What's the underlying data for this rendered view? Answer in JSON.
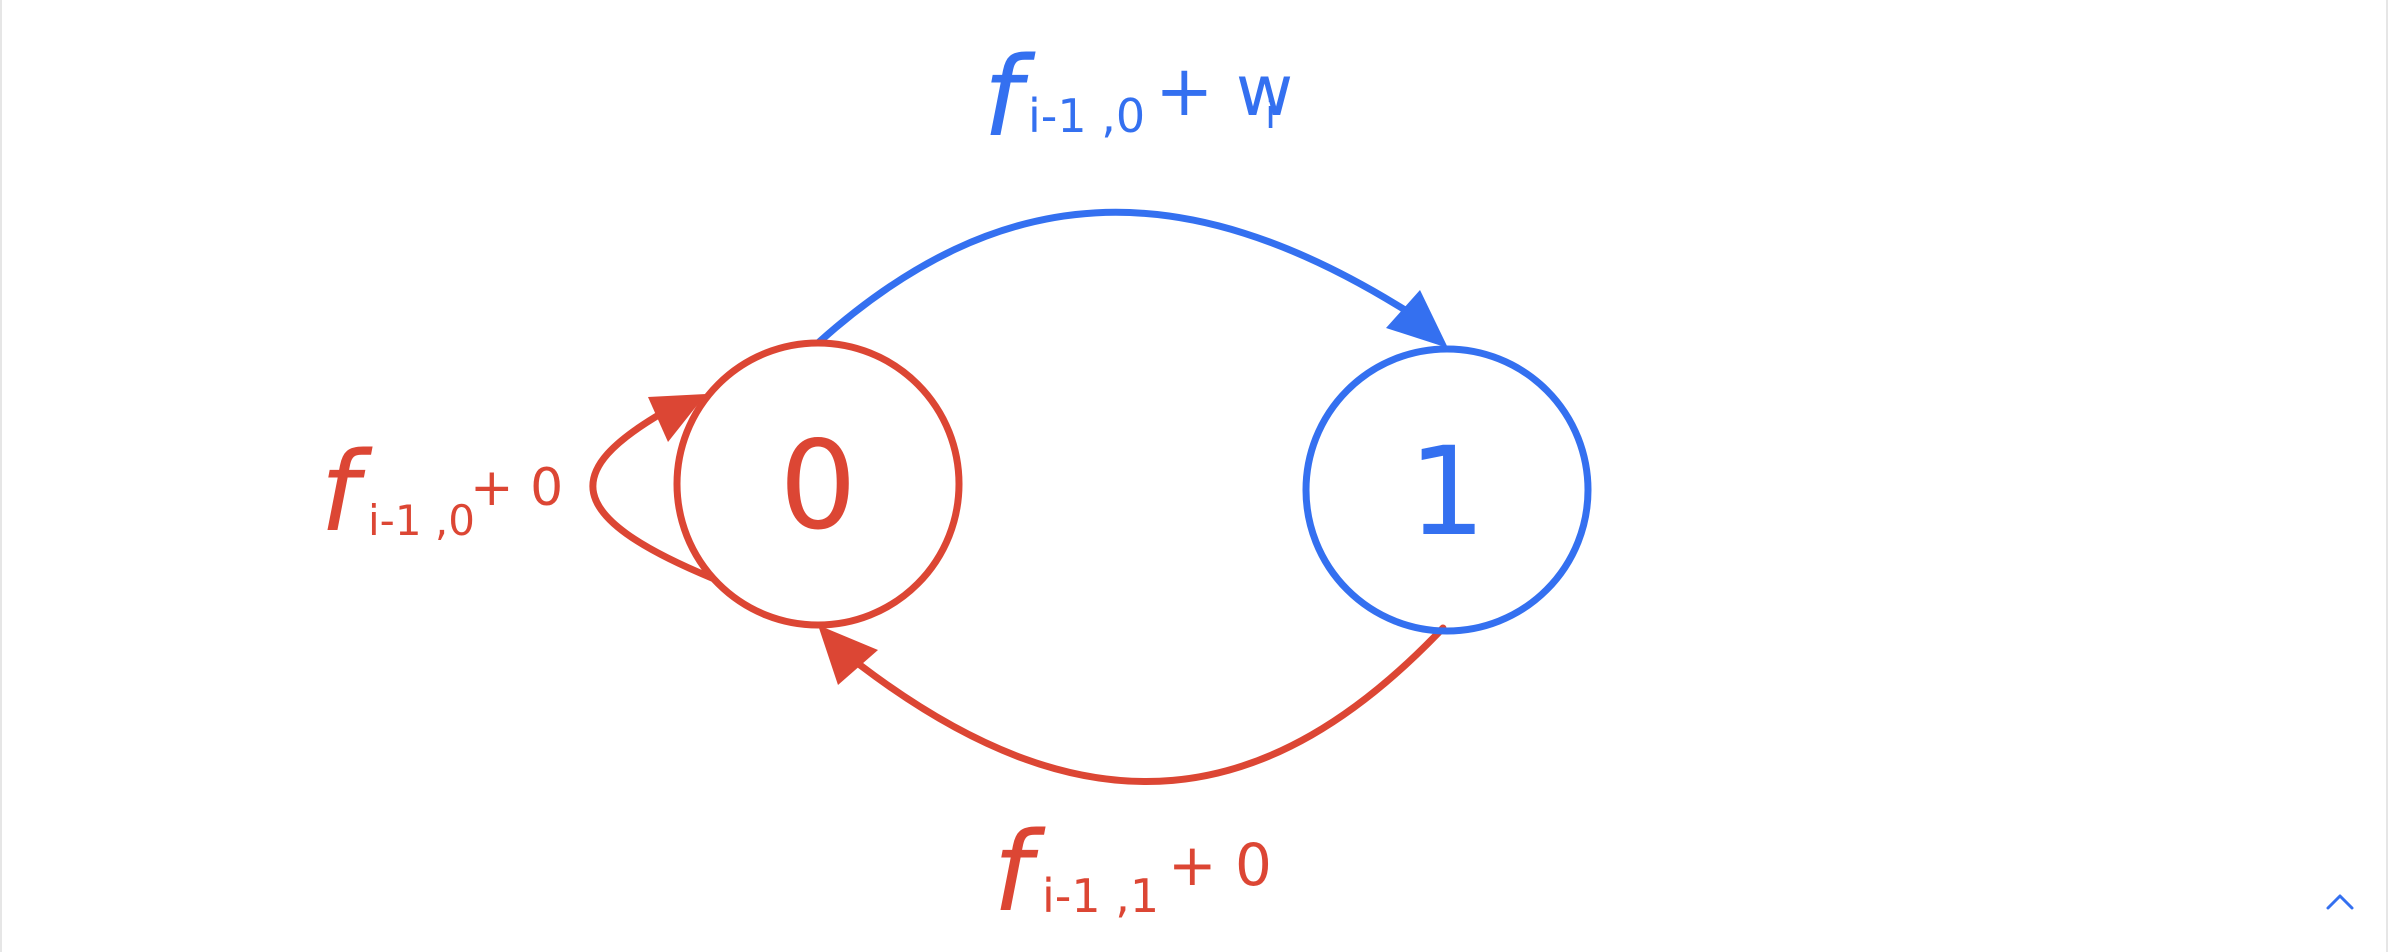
{
  "colors": {
    "blue": "#3470f0",
    "red": "#dc4634",
    "background": "#ffffff"
  },
  "nodes": [
    {
      "id": "state-0",
      "label": "0",
      "color": "red"
    },
    {
      "id": "state-1",
      "label": "1",
      "color": "blue"
    }
  ],
  "edges": {
    "zero_to_one": {
      "label_main": "f",
      "label_sub": "i-1 ,0",
      "label_rest": "+ w",
      "label_rest_sub": "i",
      "color": "blue"
    },
    "one_to_zero": {
      "label_main": "f",
      "label_sub": "i-1 ,1",
      "label_rest": "+ 0",
      "color": "red"
    },
    "zero_self_loop": {
      "label_main": "f",
      "label_sub": "i-1 ,0",
      "label_rest": "+ 0",
      "color": "red"
    }
  },
  "controls": {
    "scroll_top_icon": "chevron-up-icon"
  }
}
